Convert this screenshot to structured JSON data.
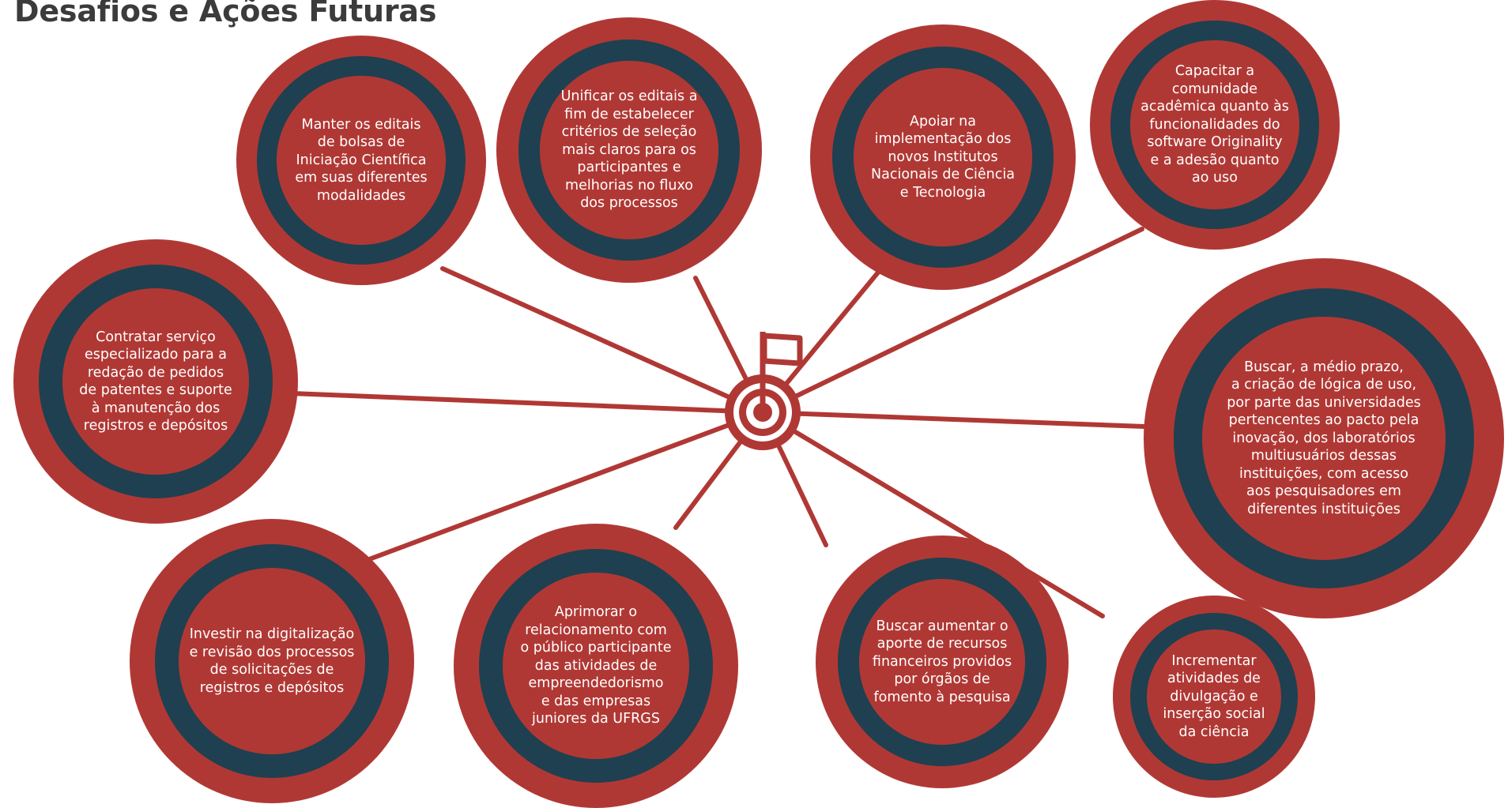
{
  "title": "Desafios e Ações Futuras",
  "colors": {
    "red": "#b03834",
    "dark_teal": "#1f4050",
    "title": "#3b3b3b",
    "line": "#b03834"
  },
  "center_icon": "target-flag-icon",
  "nodes": [
    {
      "id": "manter",
      "text": "Manter os editais\nde bolsas de\nIniciação Científica\nem suas diferentes\nmodalidades"
    },
    {
      "id": "unificar",
      "text": "Unificar os editais a\nfim de estabelecer\ncritérios de seleção\nmais claros para os\nparticipantes e\nmelhorias no fluxo\ndos processos"
    },
    {
      "id": "apoiar",
      "text": "Apoiar na\nimplementação dos\nnovos Institutos\nNacionais de Ciência\ne Tecnologia"
    },
    {
      "id": "capacitar",
      "text": "Capacitar a\ncomunidade\nacadêmica quanto às\nfuncionalidades do\nsoftware Originality\ne a adesão quanto\nao uso"
    },
    {
      "id": "contratar",
      "text": "Contratar serviço\nespecializado para a\nredação de pedidos\nde patentes e suporte\nà manutenção dos\nregistros e depósitos"
    },
    {
      "id": "buscar-logica",
      "text": "Buscar, a médio prazo,\na criação de lógica de uso,\npor parte das universidades\npertencentes ao pacto pela\ninovação, dos laboratórios\nmultiusuários dessas\ninstituições, com acesso\naos pesquisadores em\ndiferentes instituições"
    },
    {
      "id": "investir",
      "text": "Investir na digitalização\ne revisão dos processos\nde solicitações de\nregistros e depósitos"
    },
    {
      "id": "aprimorar",
      "text": "Aprimorar o\nrelacionamento com\no público participante\ndas atividades de\nempreendedorismo\ne das empresas\njuniores da UFRGS"
    },
    {
      "id": "buscar-recursos",
      "text": "Buscar aumentar o\naporte de recursos\nfinanceiros providos\npor órgãos de\nfomento à pesquisa"
    },
    {
      "id": "incrementar",
      "text": "Incrementar\natividades de\ndivulgação e\ninserção social\nda ciência"
    }
  ]
}
